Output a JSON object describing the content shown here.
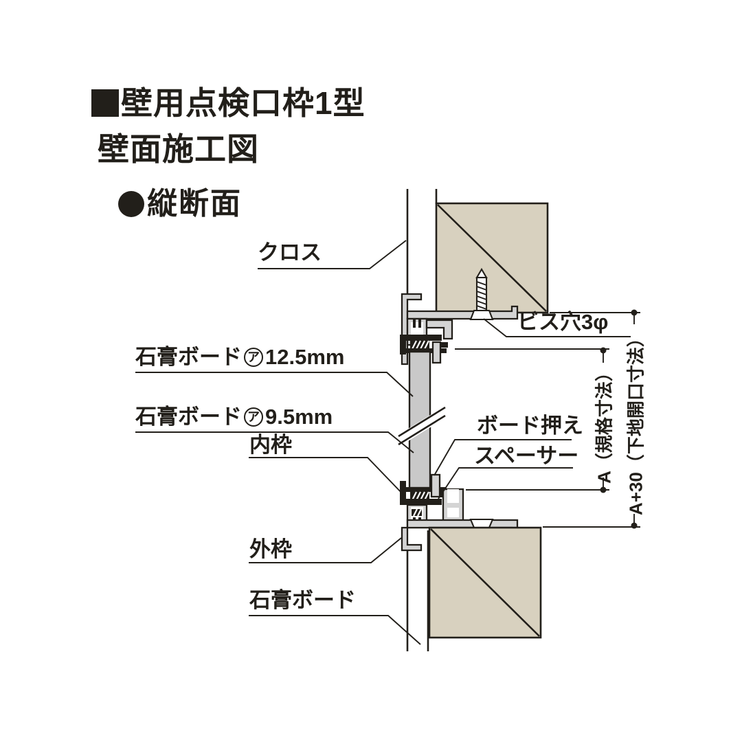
{
  "title": {
    "marker": "black-square",
    "line1": "壁用点検口枠1型",
    "line2": "壁面施工図"
  },
  "section": {
    "marker": "black-circle",
    "label": "縦断面"
  },
  "callouts": {
    "cloth": "クロス",
    "board125_prefix": "石膏ボード",
    "board125_circled": "ア",
    "board125_value": "12.5mm",
    "board95_prefix": "石膏ボード",
    "board95_circled": "ア",
    "board95_value": "9.5mm",
    "inner_frame": "内枠",
    "outer_frame": "外枠",
    "gypsum_board": "石膏ボード",
    "screw_hole": "ビス穴3φ",
    "board_holder": "ボード押え",
    "spacer": "スペーサー"
  },
  "dimensions": {
    "standard": "A（規格寸法）",
    "rough_opening": "A+30（下地開口寸法）"
  },
  "colors": {
    "line": "#221f1a",
    "wood": "#d8d1bf",
    "board": "#c9c9c9",
    "frame": "#d4d4d4",
    "bg": "#ffffff"
  }
}
